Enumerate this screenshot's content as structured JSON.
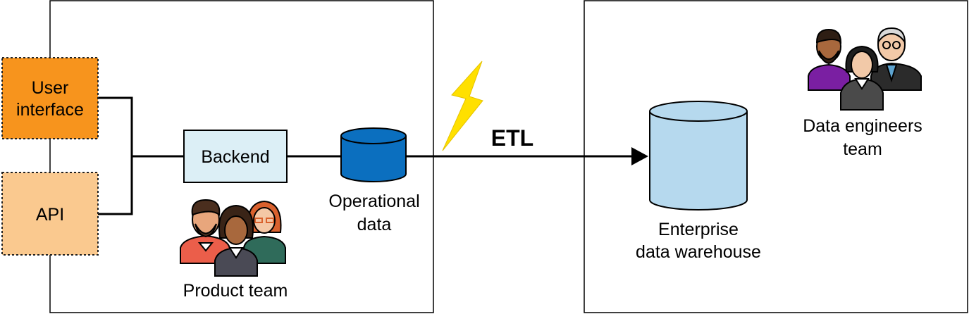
{
  "left_panel": {
    "user_interface": {
      "line1": "User",
      "line2": "interface"
    },
    "api": {
      "label": "API"
    },
    "backend": {
      "label": "Backend"
    },
    "operational_data": {
      "line1": "Operational",
      "line2": "data"
    },
    "product_team": {
      "label": "Product team"
    }
  },
  "connector": {
    "label": "ETL"
  },
  "right_panel": {
    "warehouse": {
      "line1": "Enterprise",
      "line2": "data warehouse"
    },
    "data_engineers": {
      "line1": "Data engineers",
      "line2": "team"
    }
  },
  "colors": {
    "user_interface_fill": "#F7941D",
    "api_fill": "#FAC98F",
    "backend_fill": "#DCEFF6",
    "operational_db": "#0B6FBF",
    "warehouse_db": "#B6D9EE",
    "lightning": "#FFE000"
  },
  "icons": [
    "lightning-icon",
    "people-group-icon",
    "database-icon"
  ]
}
